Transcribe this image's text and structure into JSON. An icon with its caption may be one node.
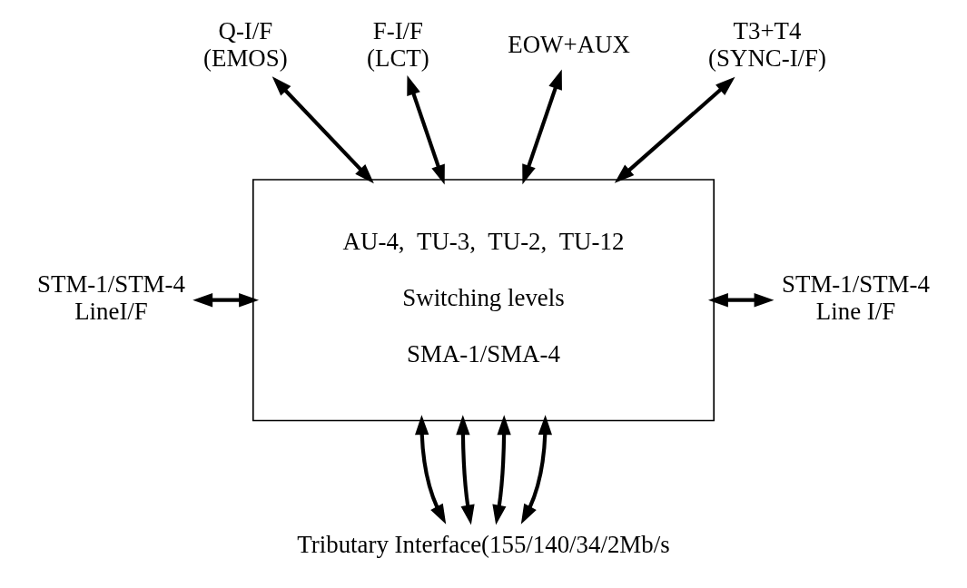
{
  "diagram": {
    "nodes": [
      {
        "text": [
          "Q-I/F (EMOS)"
        ]
      },
      {
        "text": [
          "F-I/F (LCT)"
        ]
      },
      {
        "text": [
          "EOW+AUX"
        ]
      },
      {
        "text": [
          "T3+T4 (SYNC-I/F)"
        ]
      },
      {
        "text": [
          "STM-1/STM-4 LineI/F"
        ]
      },
      {
        "text": [
          "AU-4,  TU-3,  TU-2,  TU-12",
          "Switching levels",
          "SMA-1/SMA-4"
        ]
      },
      {
        "text": [
          "STM-1/STM-4 Line I/F"
        ]
      },
      {
        "text": [
          "Tributary Interface(155/140/34/2Mb/s"
        ]
      }
    ],
    "edges": [
      {
        "from": 0,
        "to": 5,
        "arrow": "both"
      },
      {
        "from": 1,
        "to": 5,
        "arrow": "both"
      },
      {
        "from": 2,
        "to": 5,
        "arrow": "both"
      },
      {
        "from": 3,
        "to": 5,
        "arrow": "both"
      },
      {
        "from": 4,
        "to": 5,
        "arrow": "both"
      },
      {
        "from": 5,
        "to": 6,
        "arrow": "both"
      },
      {
        "from": 5,
        "to": 7,
        "arrow": "both"
      },
      {
        "from": 5,
        "to": 7,
        "arrow": "both"
      },
      {
        "from": 5,
        "to": 7,
        "arrow": "both"
      },
      {
        "from": 5,
        "to": 7,
        "arrow": "both"
      }
    ]
  }
}
